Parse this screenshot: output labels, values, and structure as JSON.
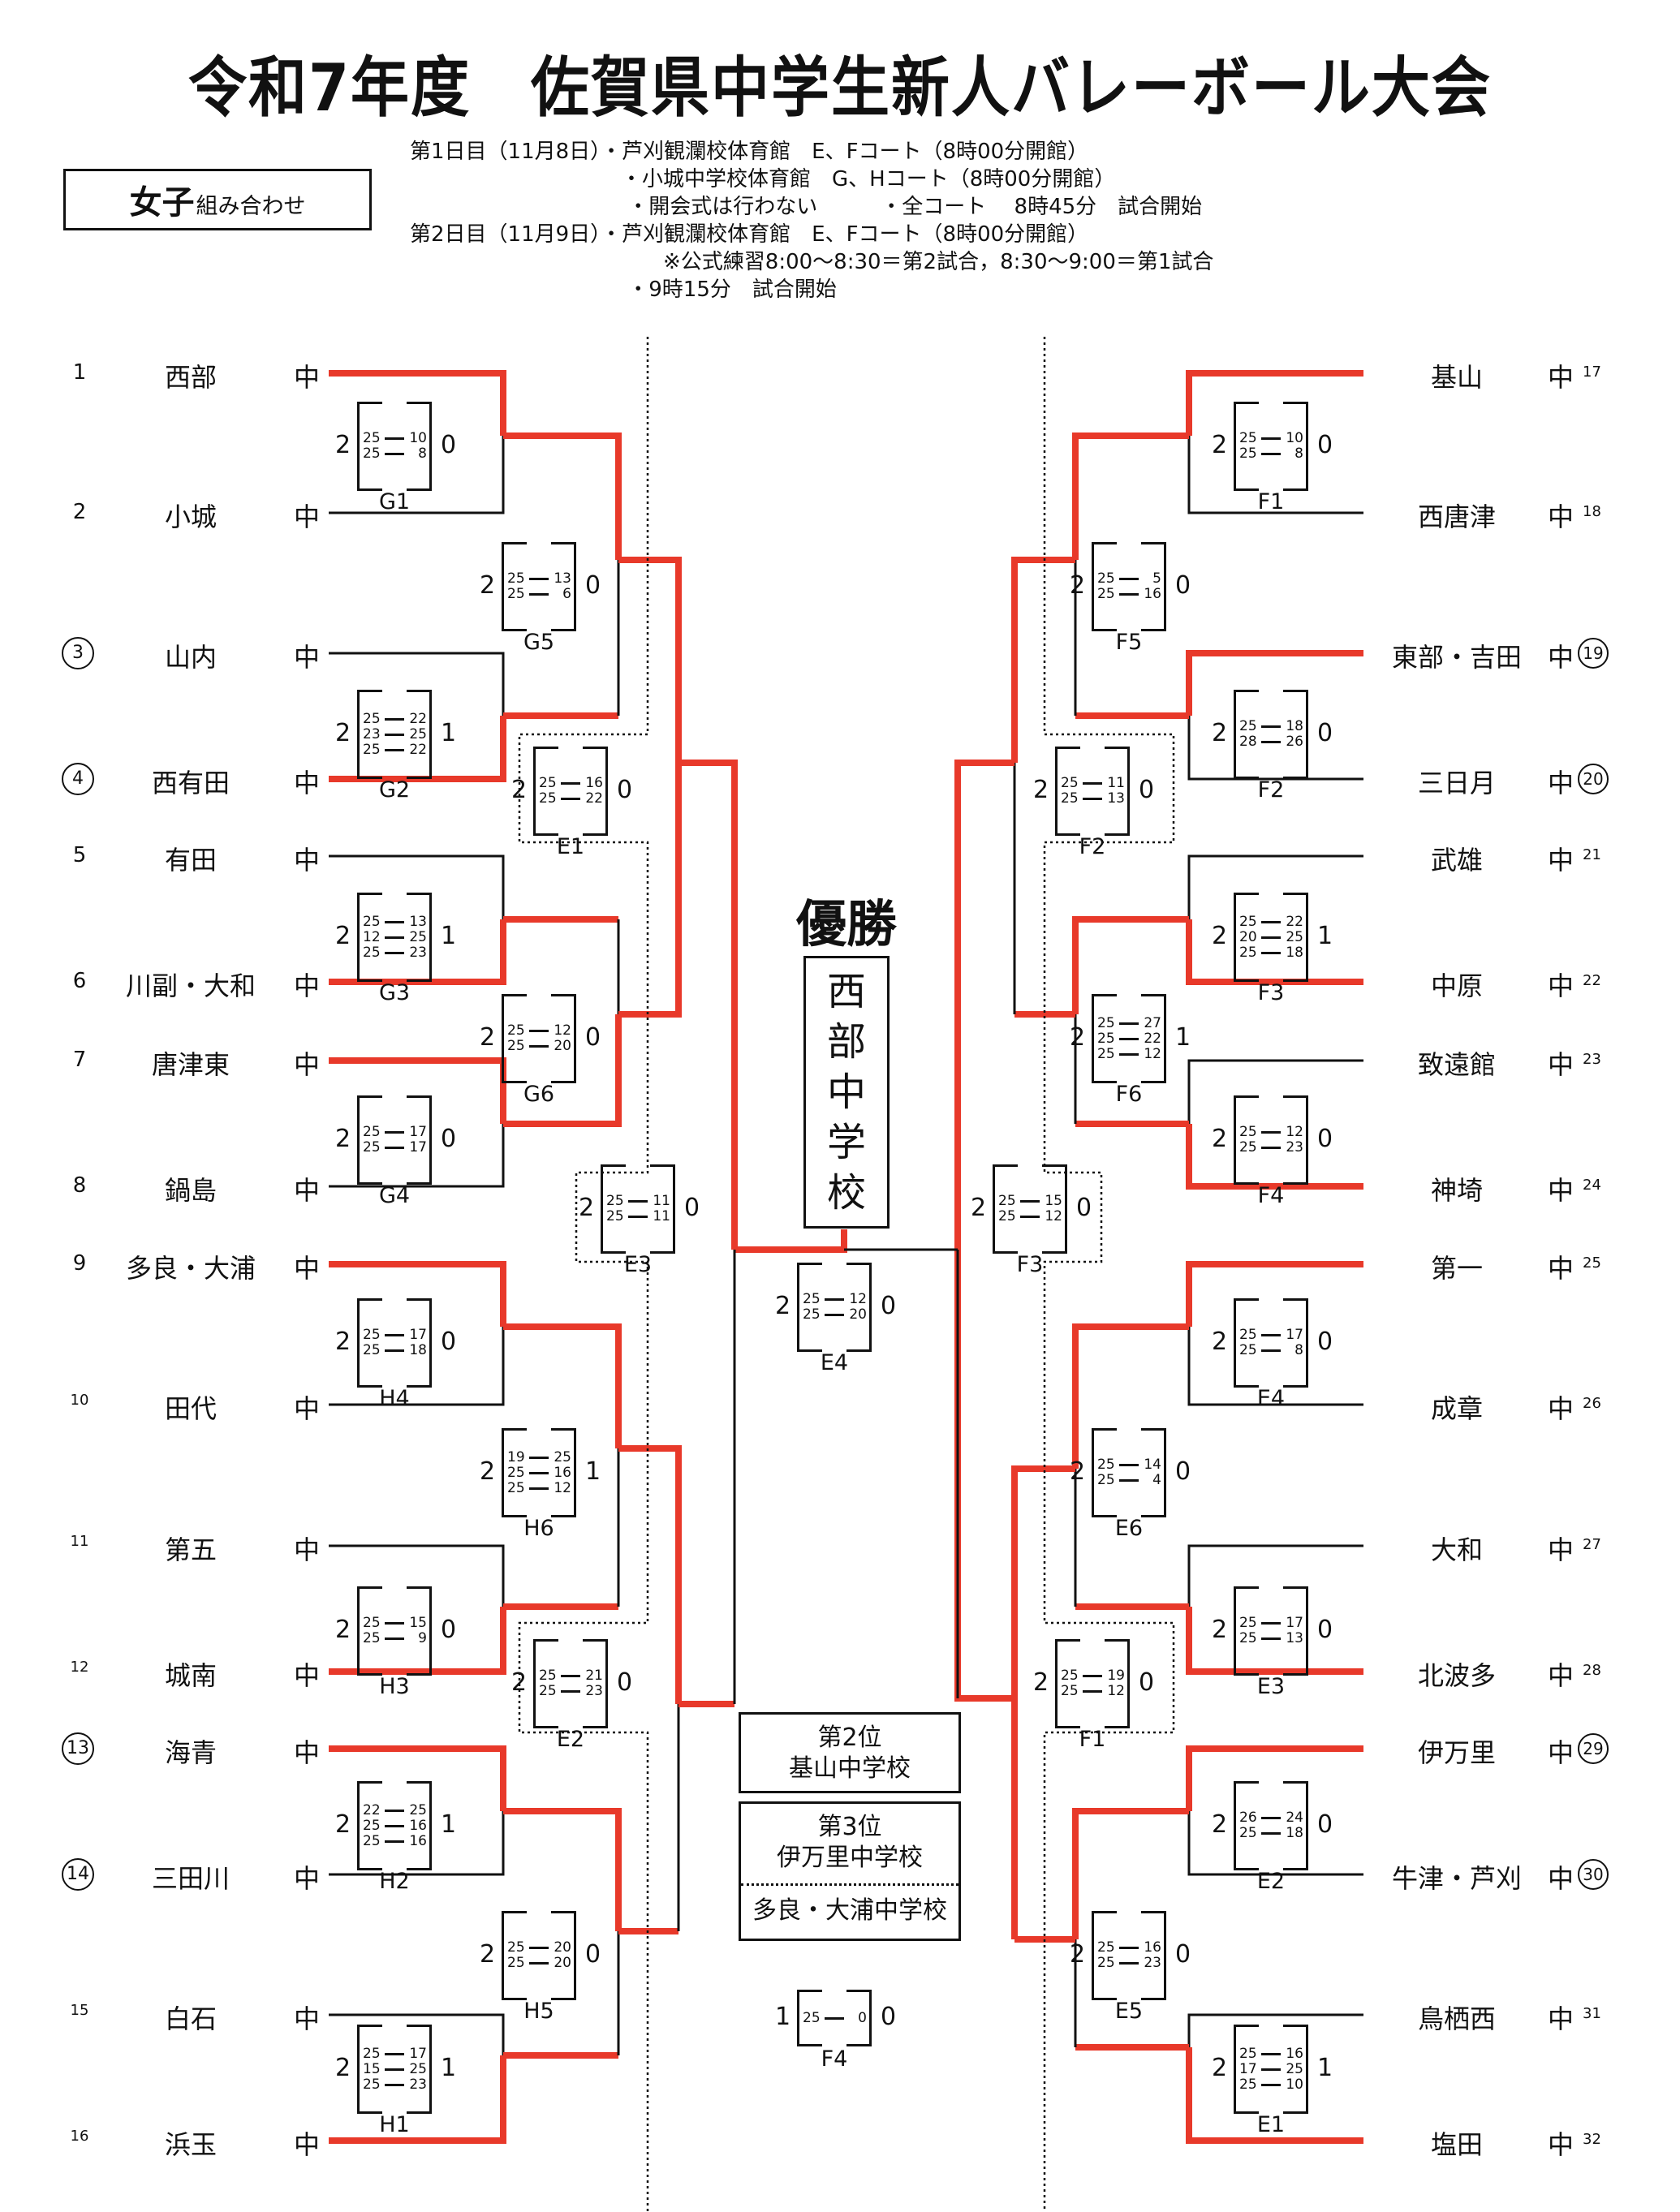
{
  "title": "令和7年度　佐賀県中学生新人バレーボール大会",
  "category": {
    "big": "女子",
    "small": "組み合わせ"
  },
  "schedule": [
    "第1日目（11月8日）・芦刈観瀾校体育館　E、Fコート（8時00分開館）",
    "　　　　　　　　　　・小城中学校体育館　G、Hコート（8時00分開館）",
    "　　　　　　　　　　 ・開会式は行わない　　　・全コート　 8時45分　試合開始",
    "第2日目（11月9日）・芦刈観瀾校体育館　E、Fコート（8時00分開館）",
    "　　　　　　　　　　　　※公式練習8:00～8:30＝第2試合，8:30～9:00＝第1試合",
    "　　　　　　　　　　 ・9時15分　試合開始"
  ],
  "suffix": "中",
  "colors": {
    "winner_line": "#e8392a",
    "line": "#111111"
  },
  "left_teams": [
    {
      "no": "1",
      "seeded": false,
      "name": "西部"
    },
    {
      "no": "2",
      "seeded": false,
      "name": "小城"
    },
    {
      "no": "3",
      "seeded": true,
      "name": "山内"
    },
    {
      "no": "4",
      "seeded": true,
      "name": "西有田"
    },
    {
      "no": "5",
      "seeded": false,
      "name": "有田"
    },
    {
      "no": "6",
      "seeded": false,
      "name": "川副・大和"
    },
    {
      "no": "7",
      "seeded": false,
      "name": "唐津東"
    },
    {
      "no": "8",
      "seeded": false,
      "name": "鍋島"
    },
    {
      "no": "9",
      "seeded": false,
      "name": "多良・大浦"
    },
    {
      "no": "10",
      "seeded": false,
      "name": "田代"
    },
    {
      "no": "11",
      "seeded": false,
      "name": "第五"
    },
    {
      "no": "12",
      "seeded": false,
      "name": "城南"
    },
    {
      "no": "13",
      "seeded": true,
      "name": "海青"
    },
    {
      "no": "14",
      "seeded": true,
      "name": "三田川"
    },
    {
      "no": "15",
      "seeded": false,
      "name": "白石"
    },
    {
      "no": "16",
      "seeded": false,
      "name": "浜玉"
    }
  ],
  "right_teams": [
    {
      "no": "17",
      "seeded": false,
      "name": "基山"
    },
    {
      "no": "18",
      "seeded": false,
      "name": "西唐津"
    },
    {
      "no": "19",
      "seeded": true,
      "name": "東部・吉田"
    },
    {
      "no": "20",
      "seeded": true,
      "name": "三日月"
    },
    {
      "no": "21",
      "seeded": false,
      "name": "武雄"
    },
    {
      "no": "22",
      "seeded": false,
      "name": "中原"
    },
    {
      "no": "23",
      "seeded": false,
      "name": "致遠館"
    },
    {
      "no": "24",
      "seeded": false,
      "name": "神埼"
    },
    {
      "no": "25",
      "seeded": false,
      "name": "第一"
    },
    {
      "no": "26",
      "seeded": false,
      "name": "成章"
    },
    {
      "no": "27",
      "seeded": false,
      "name": "大和"
    },
    {
      "no": "28",
      "seeded": false,
      "name": "北波多"
    },
    {
      "no": "29",
      "seeded": true,
      "name": "伊万里"
    },
    {
      "no": "30",
      "seeded": true,
      "name": "牛津・芦刈"
    },
    {
      "no": "31",
      "seeded": false,
      "name": "鳥栖西"
    },
    {
      "no": "32",
      "seeded": false,
      "name": "塩田"
    }
  ],
  "matches": [
    {
      "code": "G1",
      "left_wins": "2",
      "right_wins": "0",
      "left_sets": [
        "25",
        "25"
      ],
      "right_sets": [
        "10",
        "8"
      ]
    },
    {
      "code": "G2",
      "left_wins": "2",
      "right_wins": "1",
      "left_sets": [
        "25",
        "23",
        "25"
      ],
      "right_sets": [
        "22",
        "25",
        "22"
      ]
    },
    {
      "code": "G3",
      "left_wins": "2",
      "right_wins": "1",
      "left_sets": [
        "25",
        "12",
        "25"
      ],
      "right_sets": [
        "13",
        "25",
        "23"
      ]
    },
    {
      "code": "G4",
      "left_wins": "2",
      "right_wins": "0",
      "left_sets": [
        "25",
        "25"
      ],
      "right_sets": [
        "17",
        "17"
      ]
    },
    {
      "code": "G5",
      "left_wins": "2",
      "right_wins": "0",
      "left_sets": [
        "25",
        "25"
      ],
      "right_sets": [
        "13",
        "6"
      ]
    },
    {
      "code": "G6",
      "left_wins": "2",
      "right_wins": "0",
      "left_sets": [
        "25",
        "25"
      ],
      "right_sets": [
        "12",
        "20"
      ]
    },
    {
      "code": "E1",
      "left_wins": "2",
      "right_wins": "0",
      "left_sets": [
        "25",
        "25"
      ],
      "right_sets": [
        "16",
        "22"
      ]
    },
    {
      "code": "H4",
      "left_wins": "2",
      "right_wins": "0",
      "left_sets": [
        "25",
        "25"
      ],
      "right_sets": [
        "17",
        "18"
      ]
    },
    {
      "code": "H3",
      "left_wins": "2",
      "right_wins": "0",
      "left_sets": [
        "25",
        "25"
      ],
      "right_sets": [
        "15",
        "9"
      ]
    },
    {
      "code": "H6",
      "left_wins": "2",
      "right_wins": "1",
      "left_sets": [
        "19",
        "25",
        "25"
      ],
      "right_sets": [
        "25",
        "16",
        "12"
      ]
    },
    {
      "code": "H2",
      "left_wins": "2",
      "right_wins": "1",
      "left_sets": [
        "22",
        "25",
        "25"
      ],
      "right_sets": [
        "25",
        "16",
        "16"
      ]
    },
    {
      "code": "H1",
      "left_wins": "2",
      "right_wins": "1",
      "left_sets": [
        "25",
        "15",
        "25"
      ],
      "right_sets": [
        "17",
        "25",
        "23"
      ]
    },
    {
      "code": "H5",
      "left_wins": "2",
      "right_wins": "0",
      "left_sets": [
        "25",
        "25"
      ],
      "right_sets": [
        "20",
        "20"
      ]
    },
    {
      "code": "E2",
      "left_wins": "2",
      "right_wins": "0",
      "left_sets": [
        "25",
        "25"
      ],
      "right_sets": [
        "21",
        "23"
      ]
    },
    {
      "code": "E3",
      "left_wins": "2",
      "right_wins": "0",
      "left_sets": [
        "25",
        "25"
      ],
      "right_sets": [
        "11",
        "11"
      ]
    },
    {
      "code": "F1",
      "left_wins": "2",
      "right_wins": "0",
      "left_sets": [
        "25",
        "25"
      ],
      "right_sets": [
        "10",
        "8"
      ]
    },
    {
      "code": "F2",
      "left_wins": "2",
      "right_wins": "0",
      "left_sets": [
        "25",
        "28"
      ],
      "right_sets": [
        "18",
        "26"
      ]
    },
    {
      "code": "F5",
      "left_wins": "2",
      "right_wins": "0",
      "left_sets": [
        "25",
        "25"
      ],
      "right_sets": [
        "5",
        "16"
      ]
    },
    {
      "code": "F2",
      "left_wins": "2",
      "right_wins": "0",
      "left_sets": [
        "25",
        "25"
      ],
      "right_sets": [
        "11",
        "13"
      ]
    },
    {
      "code": "F3",
      "left_wins": "2",
      "right_wins": "1",
      "left_sets": [
        "25",
        "20",
        "25"
      ],
      "right_sets": [
        "22",
        "25",
        "18"
      ]
    },
    {
      "code": "F4",
      "left_wins": "2",
      "right_wins": "0",
      "left_sets": [
        "25",
        "25"
      ],
      "right_sets": [
        "12",
        "23"
      ]
    },
    {
      "code": "F6",
      "left_wins": "2",
      "right_wins": "1",
      "left_sets": [
        "25",
        "25",
        "25"
      ],
      "right_sets": [
        "27",
        "22",
        "12"
      ]
    },
    {
      "code": "F3",
      "left_wins": "2",
      "right_wins": "0",
      "left_sets": [
        "25",
        "25"
      ],
      "right_sets": [
        "15",
        "12"
      ]
    },
    {
      "code": "E4",
      "left_wins": "2",
      "right_wins": "0",
      "left_sets": [
        "25",
        "25"
      ],
      "right_sets": [
        "17",
        "8"
      ]
    },
    {
      "code": "E3",
      "left_wins": "2",
      "right_wins": "0",
      "left_sets": [
        "25",
        "25"
      ],
      "right_sets": [
        "17",
        "13"
      ]
    },
    {
      "code": "E6",
      "left_wins": "2",
      "right_wins": "0",
      "left_sets": [
        "25",
        "25"
      ],
      "right_sets": [
        "14",
        "4"
      ]
    },
    {
      "code": "F1",
      "left_wins": "2",
      "right_wins": "0",
      "left_sets": [
        "25",
        "25"
      ],
      "right_sets": [
        "19",
        "12"
      ]
    },
    {
      "code": "E2",
      "left_wins": "2",
      "right_wins": "0",
      "left_sets": [
        "26",
        "25"
      ],
      "right_sets": [
        "24",
        "18"
      ]
    },
    {
      "code": "E1",
      "left_wins": "2",
      "right_wins": "1",
      "left_sets": [
        "25",
        "17",
        "25"
      ],
      "right_sets": [
        "16",
        "25",
        "10"
      ]
    },
    {
      "code": "E5",
      "left_wins": "2",
      "right_wins": "0",
      "left_sets": [
        "25",
        "25"
      ],
      "right_sets": [
        "16",
        "23"
      ]
    },
    {
      "code": "E4",
      "left_wins": "2",
      "right_wins": "0",
      "left_sets": [
        "25",
        "25"
      ],
      "right_sets": [
        "12",
        "20"
      ]
    },
    {
      "code": "F4",
      "left_wins": "1",
      "right_wins": "0",
      "left_sets": [
        "25"
      ],
      "right_sets": [
        "0"
      ]
    }
  ],
  "champion": {
    "heading": "優勝",
    "name_chars": [
      "西",
      "部",
      "中",
      "学",
      "校"
    ]
  },
  "second_place": {
    "label": "第2位",
    "name": "基山中学校"
  },
  "third_place": {
    "label": "第3位",
    "names": [
      "伊万里中学校",
      "多良・大浦中学校"
    ]
  }
}
